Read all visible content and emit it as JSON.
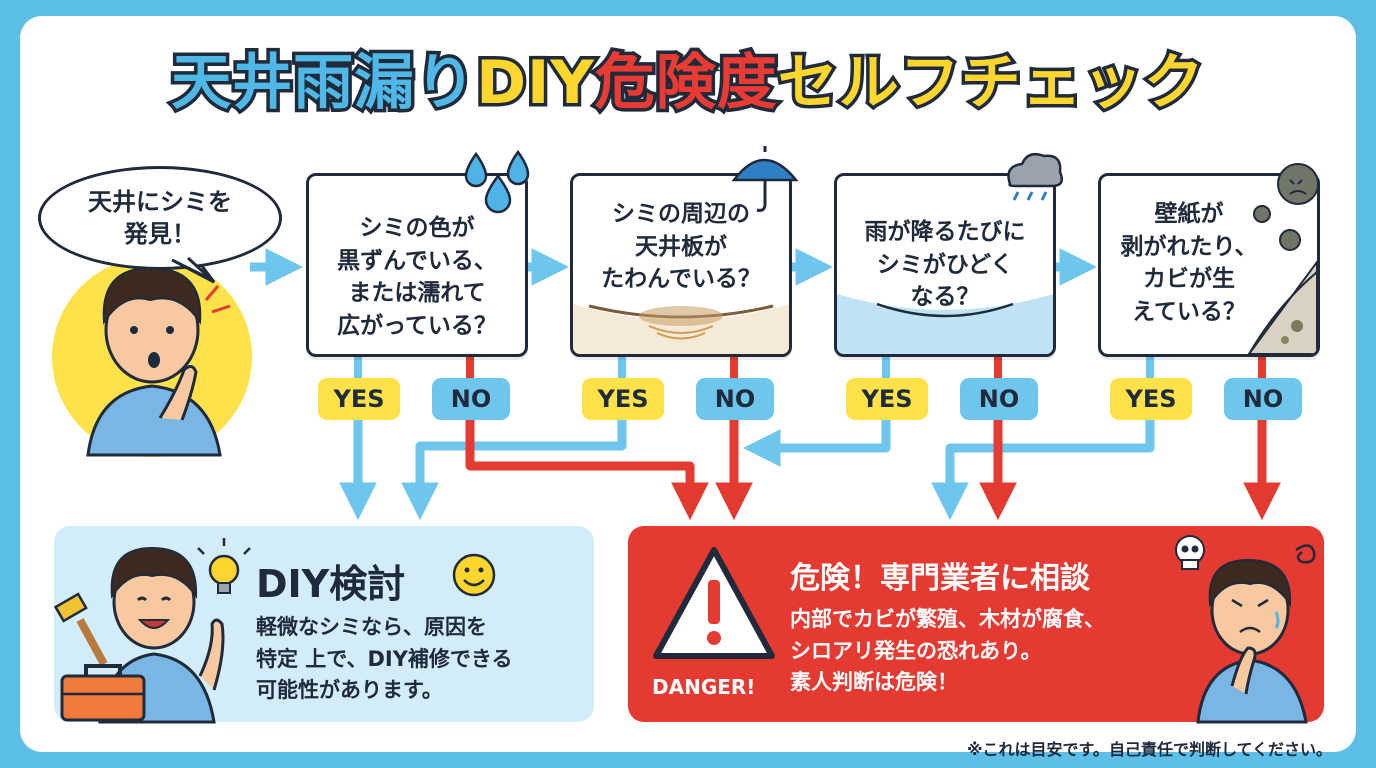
{
  "title": {
    "part1": "天井雨漏り",
    "part2": "DIY",
    "part3": "危険度",
    "part4": "セルフチェック"
  },
  "start": {
    "speech": "天井にシミを\n発見！"
  },
  "questions": [
    {
      "text": "シミの色が\n黒ずんでいる、\nまたは濡れて\n広がっている？"
    },
    {
      "text": "シミの周辺の\n天井板が\nたわんでいる？"
    },
    {
      "text": "雨が降るたびに\nシミがひどく\nなる？"
    },
    {
      "text": "壁紙が\n剥がれたり、\nカビが生\nえている？"
    }
  ],
  "answers": {
    "yes": "YES",
    "no": "NO"
  },
  "diy": {
    "title": "DIY検討",
    "body": "軽微なシミなら、原因を\n特定 上で、DIY補修できる\n可能性があります。"
  },
  "danger": {
    "label": "DANGER!",
    "title": "危険！専門業者に相談",
    "body": "内部でカビが繁殖、木材が腐食、\nシロアリ発生の恐れあり。\n素人判断は危険！"
  },
  "footnote": "※これは目安です。自己責任で判断してください。",
  "colors": {
    "frame": "#5bbfe8",
    "yes": "#ffe14a",
    "no": "#6ec6ee",
    "danger": "#e53a32",
    "diy_panel": "#d2ecf8",
    "blue_arrow": "#6ec6ee",
    "red_arrow": "#e53a32"
  },
  "icons": [
    "water-drops-icon",
    "umbrella-icon",
    "rain-cloud-icon",
    "mold-spores-icon",
    "lightbulb-icon",
    "smiley-icon",
    "warning-triangle-icon",
    "skull-icon",
    "dizzy-swirl-icon"
  ]
}
